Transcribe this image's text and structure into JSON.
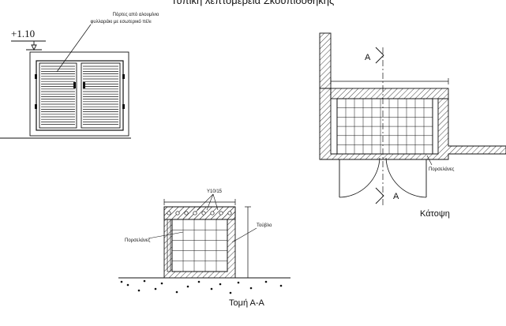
{
  "title": "Τυπική λεπτομέρεια Σκουπιδοθήκης",
  "elevation": {
    "level_label": "+1.10",
    "door_note_line1": "Πόρτες από αλουμίνιο",
    "door_note_line2": "φυλλαράκι με εσωτερικό πέλι"
  },
  "plan": {
    "section_mark_top": "A",
    "section_mark_bottom": "A",
    "tile_label": "Πορσελάνες",
    "caption": "Κάτοψη"
  },
  "section": {
    "profile_label": "Υ10/15",
    "tile_label": "Πορσελάνες",
    "wall_label": "Τούβλο",
    "caption": "Τομή Α-Α"
  },
  "colors": {
    "line": "#111111",
    "background": "#ffffff"
  }
}
